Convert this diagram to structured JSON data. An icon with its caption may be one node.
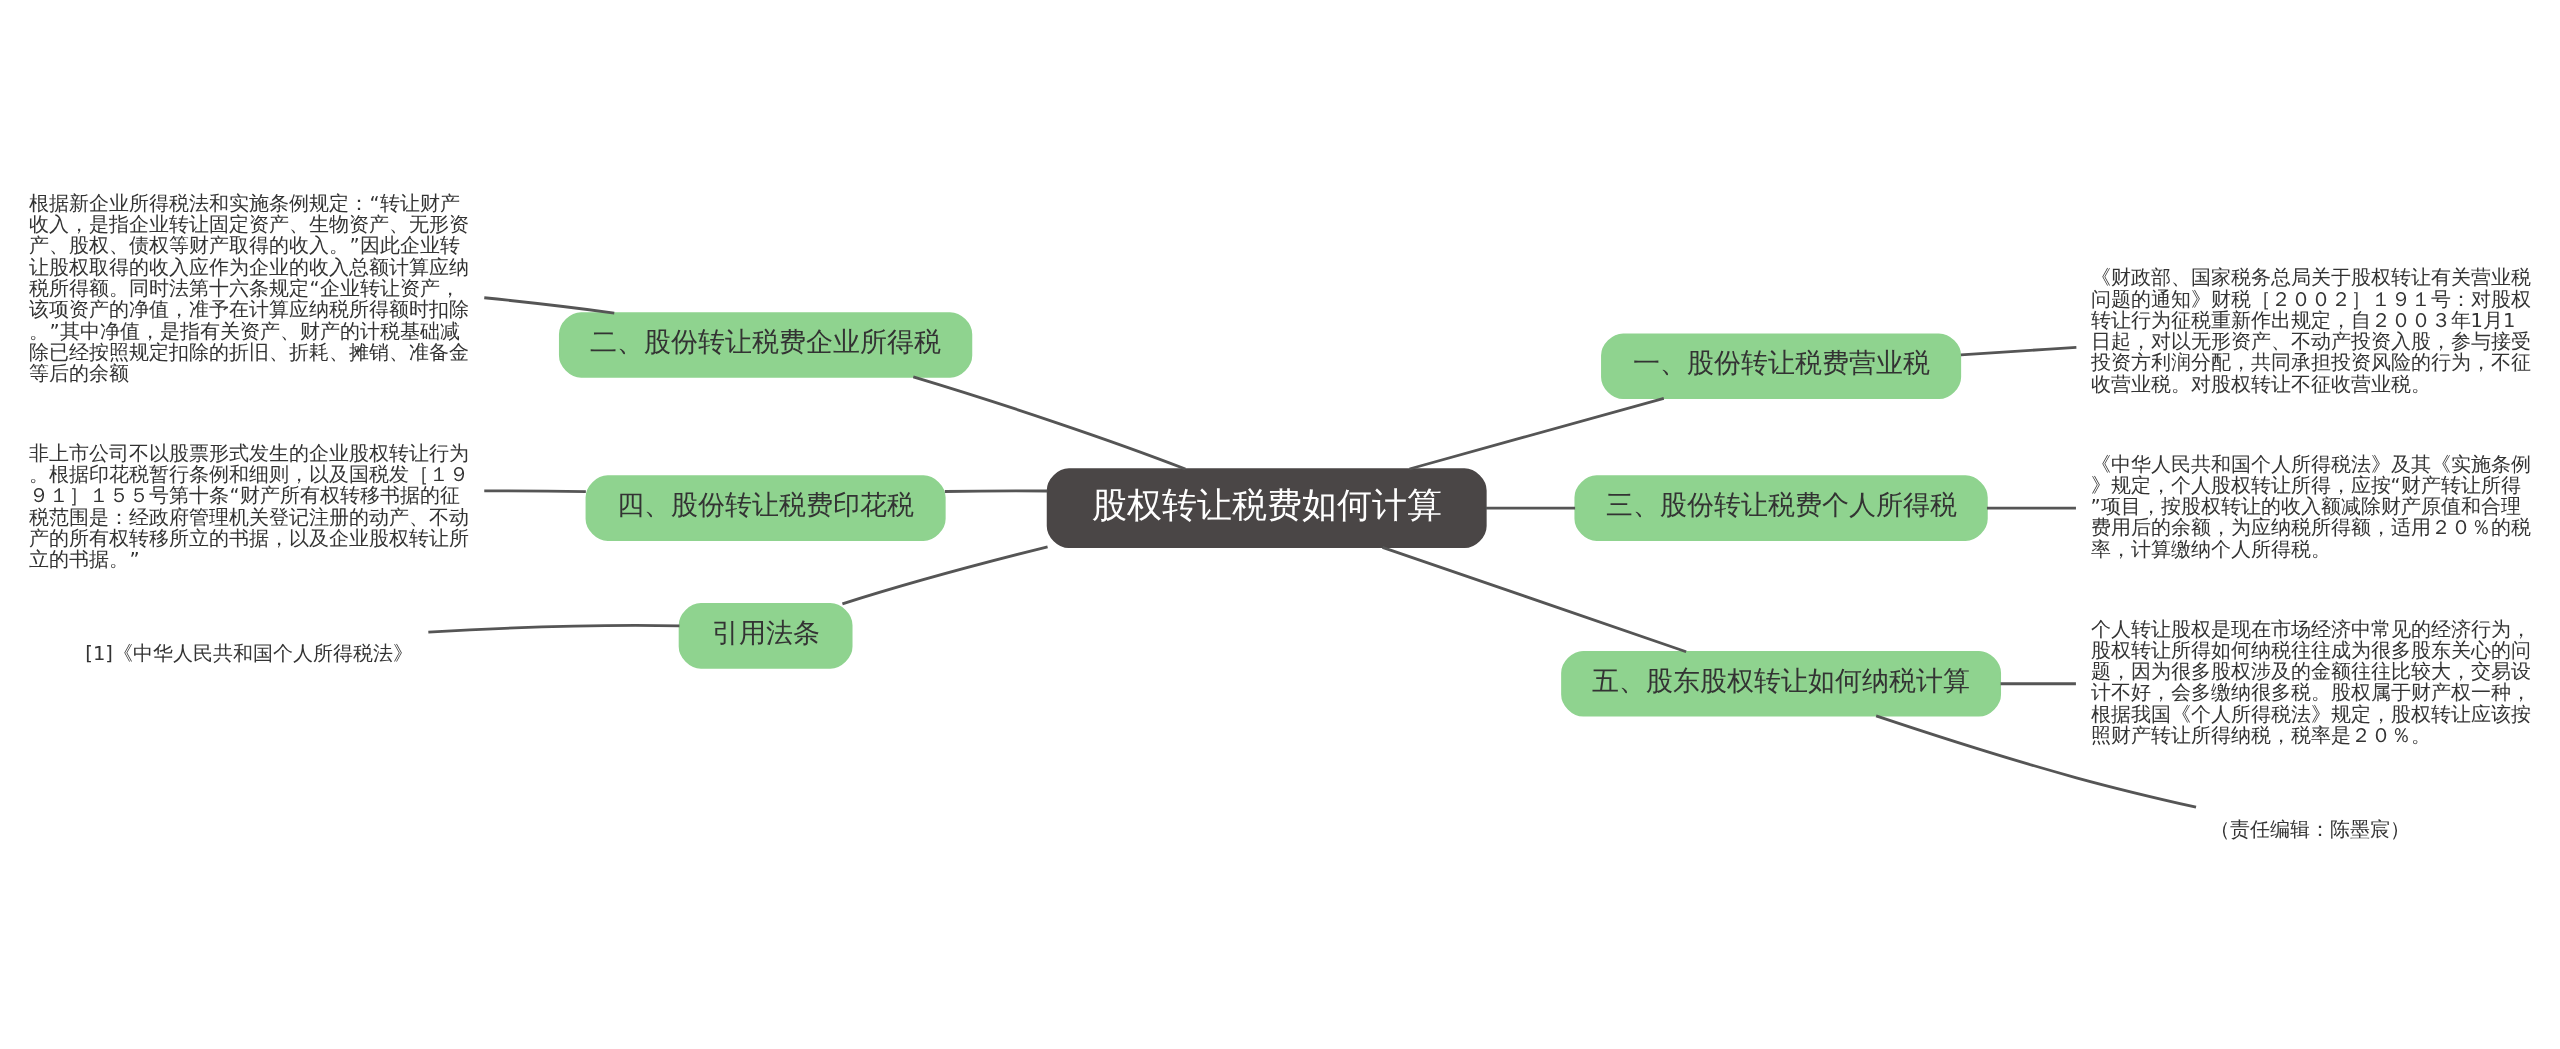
{
  "diagram": {
    "nodes": [
      {
        "text": [
          "股权转让税费如何计算"
        ]
      },
      {
        "text": [
          "一、股份转让税费营业税"
        ]
      },
      {
        "text": [
          "《财政部、国家税务总局关于股权转让有关营业税问题的通知》财税［２００２］１９１号：对股权转让行为征税重新作出规定，自２００３年1月1日起，对以无形资产、不动产投资入股，参与接受投资方利润分配，共同承担投资风险的行为，不征收营业税。对股权转让不征收营业税。"
        ]
      },
      {
        "text": [
          "二、股份转让税费企业所得税"
        ]
      },
      {
        "text": [
          "根据新企业所得税法和实施条例规定：“转让财产收入，是指企业转让固定资产、生物资产、无形资产、股权、债权等财产取得的收入。”因此企业转让股权取得的收入应作为企业的收入总额计算应纳税所得额。同时法第十六条规定“企业转让资产，该项资产的净值，准予在计算应纳税所得额时扣除。”其中净值，是指有关资产、财产的计税基础减除已经按照规定扣除的折旧、折耗、摊销、准备金等后的余额"
        ]
      },
      {
        "text": [
          "三、股份转让税费个人所得税"
        ]
      },
      {
        "text": [
          "《中华人民共和国个人所得税法》及其《实施条例》规定，个人股权转让所得，应按“财产转让所得”项目，按股权转让的收入额减除财产原值和合理费用后的余额，为应纳税所得额，适用２０％的税率，计算缴纳个人所得税。"
        ]
      },
      {
        "text": [
          "四、股份转让税费印花税"
        ]
      },
      {
        "text": [
          "非上市公司不以股票形式发生的企业股权转让行为。根据印花税暂行条例和细则，以及国税发［１９９１］１５５号第十条“财产所有权转移书据的征税范围是：经政府管理机关登记注册的动产、不动产的所有权转移所立的书据，以及企业股权转让所立的书据。”"
        ]
      },
      {
        "text": [
          "五、股东股权转让如何纳税计算"
        ]
      },
      {
        "text": [
          "个人转让股权是现在市场经济中常见的经济行为，股权转让所得如何纳税往往成为很多股东关心的问题，因为很多股权涉及的金额往往比较大，交易设计不好，会多缴纳很多税。股权属于财产权一种，根据我国《个人所得税法》规定，股权转让应该按照财产转让所得纳税，税率是２０％。"
        ]
      },
      {
        "text": [
          "（责任编辑：陈墨宸）"
        ]
      },
      {
        "text": [
          "引用法条"
        ]
      },
      {
        "text": [
          "[1]《中华人民共和国个人所得税法》"
        ]
      }
    ],
    "edges": [
      {
        "from": 0,
        "to": 1,
        "arrow": "none"
      },
      {
        "from": 1,
        "to": 2,
        "arrow": "none"
      },
      {
        "from": 0,
        "to": 3,
        "arrow": "none"
      },
      {
        "from": 3,
        "to": 4,
        "arrow": "none"
      },
      {
        "from": 0,
        "to": 5,
        "arrow": "none"
      },
      {
        "from": 5,
        "to": 6,
        "arrow": "none"
      },
      {
        "from": 0,
        "to": 7,
        "arrow": "none"
      },
      {
        "from": 7,
        "to": 8,
        "arrow": "none"
      },
      {
        "from": 0,
        "to": 9,
        "arrow": "none"
      },
      {
        "from": 9,
        "to": 10,
        "arrow": "none"
      },
      {
        "from": 9,
        "to": 11,
        "arrow": "none"
      },
      {
        "from": 0,
        "to": 12,
        "arrow": "none"
      },
      {
        "from": 12,
        "to": 13,
        "arrow": "none"
      }
    ]
  }
}
